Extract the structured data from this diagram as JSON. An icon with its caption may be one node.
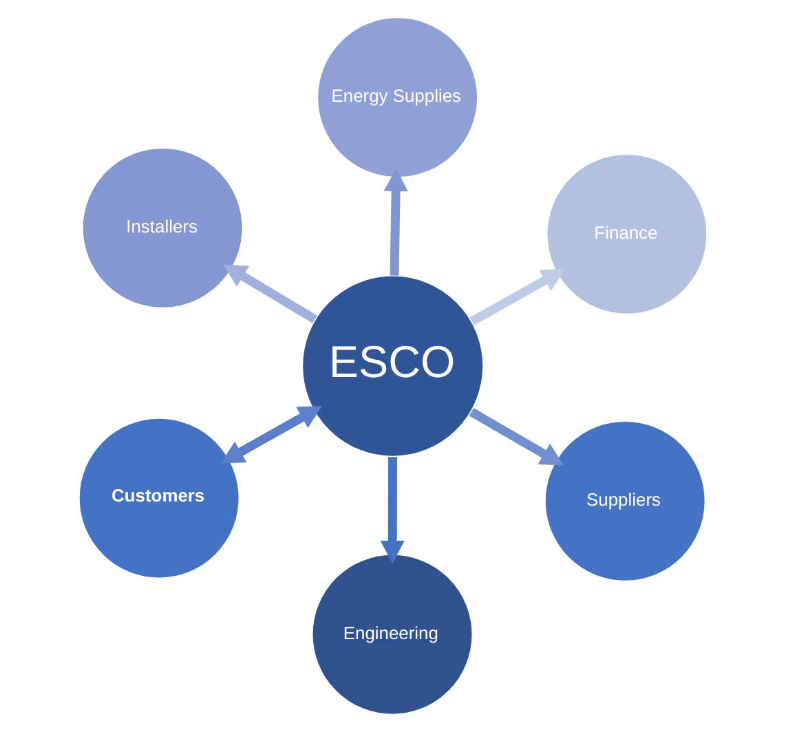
{
  "diagram": {
    "nodes": [
      {
        "text": [
          "ESCO"
        ]
      },
      {
        "text": [
          "Suppliers"
        ]
      },
      {
        "text": [
          "Engineering"
        ]
      },
      {
        "text": [
          "Installers"
        ]
      },
      {
        "text": [
          "Finance"
        ]
      },
      {
        "text": [
          "Energy Supplies"
        ]
      },
      {
        "text": [
          "Customers"
        ]
      }
    ],
    "edges": [
      {
        "from": 0,
        "to": 1,
        "arrow": "to",
        "color": "#6f8fcf"
      },
      {
        "from": 0,
        "to": 2,
        "arrow": "to",
        "color": "#4472c4"
      },
      {
        "from": 0,
        "to": 3,
        "arrow": "to",
        "color": "#a0afdc"
      },
      {
        "from": 0,
        "to": 4,
        "arrow": "to",
        "color": "#c0cbe6"
      },
      {
        "from": 0,
        "to": 5,
        "arrow": "to",
        "color": "#7f96d3"
      },
      {
        "from": 0,
        "to": 6,
        "arrow": "both",
        "color": "#5b7fcb"
      }
    ]
  }
}
